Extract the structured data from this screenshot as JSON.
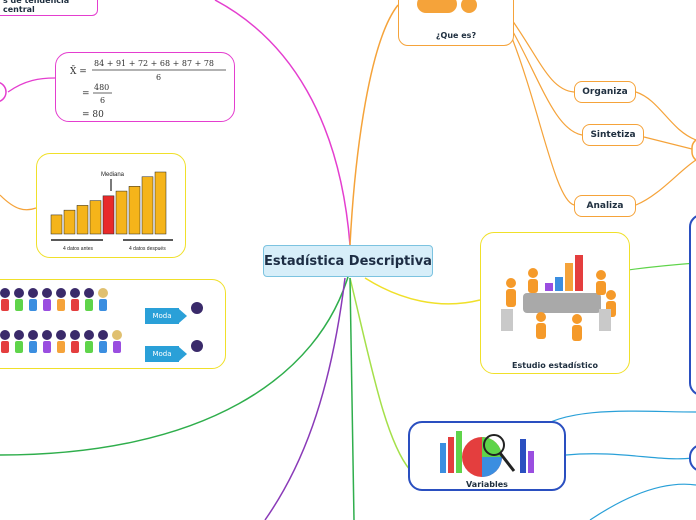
{
  "central": {
    "title": "Estadística Descriptiva"
  },
  "que_es": {
    "label": "¿Que es?"
  },
  "topics": [
    {
      "label": "Organiza"
    },
    {
      "label": "Sintetiza"
    },
    {
      "label": "Analiza"
    }
  ],
  "estudio": {
    "label": "Estudio estadístico"
  },
  "variables": {
    "label": "Variables"
  },
  "medidas": {
    "label": "Medidas de tendencia central",
    "visible": "s de tendencia central"
  },
  "media_formula": {
    "line1_lhs": "X̄ =",
    "line1_num": "84 + 91 + 72 + 68 + 87 + 78",
    "line1_den": "6",
    "line2_num": "480",
    "line2_den": "6",
    "line3": "= 80"
  },
  "mediana_chart": {
    "title": "Mediana",
    "left_label": "4 datos antes",
    "right_label": "4 datos después",
    "values": [
      4,
      5,
      6,
      7,
      8,
      9,
      10,
      12,
      13
    ],
    "median_index": 4
  },
  "moda": {
    "label1": "Moda",
    "label2": "Moda"
  },
  "colors": {
    "pink": "#e43ecf",
    "orange": "#f5a33a",
    "yellow": "#f0e02a",
    "green": "#5fd44a",
    "blue": "#2a4fc0",
    "teal": "#2aa0d8",
    "purple": "#8a3ab8"
  }
}
